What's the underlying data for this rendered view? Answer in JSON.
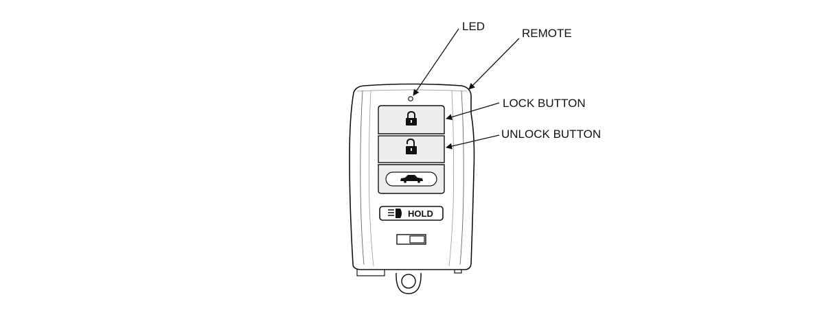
{
  "labels": {
    "led": "LED",
    "remote": "REMOTE",
    "lock_button": "LOCK BUTTON",
    "unlock_button": "UNLOCK BUTTON"
  },
  "buttons": {
    "hold_label": "HOLD"
  },
  "icons": {
    "lock": "padlock-closed-icon",
    "unlock": "padlock-open-icon",
    "trunk": "car-trunk-icon",
    "headlight": "headlight-icon"
  },
  "colors": {
    "line": "#111111",
    "button_fill": "#eeeeee",
    "body_fill": "#ffffff"
  }
}
